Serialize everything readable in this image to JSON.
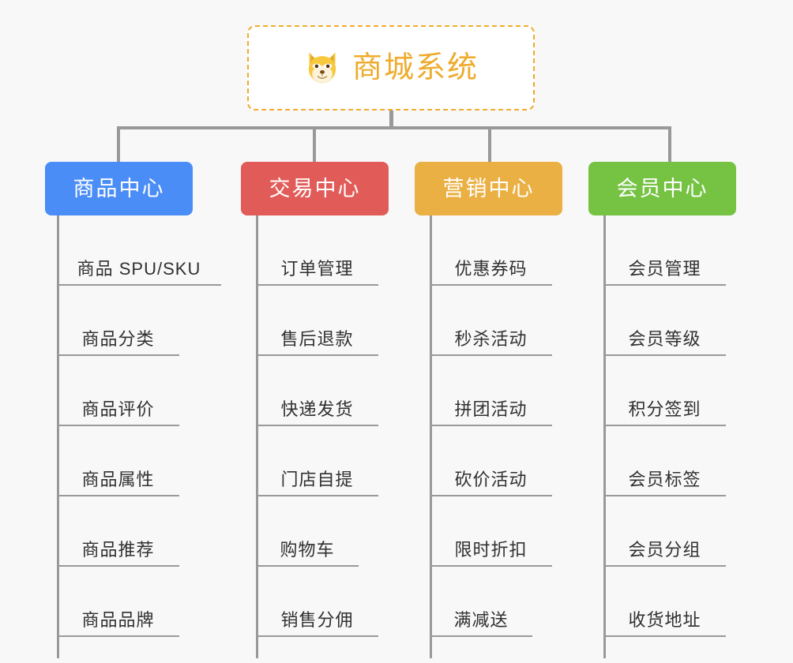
{
  "canvas": {
    "background": "#f8f8f8",
    "line_color": "#999999"
  },
  "root": {
    "title": "商城系统",
    "icon": "shiba-dog-icon",
    "text_color": "#eeab2d",
    "border_color": "#efab2e",
    "background": "#ffffff"
  },
  "columns": [
    {
      "header": "商品中心",
      "color": "#4a8df6",
      "items": [
        "商品 SPU/SKU",
        "商品分类",
        "商品评价",
        "商品属性",
        "商品推荐",
        "商品品牌"
      ]
    },
    {
      "header": "交易中心",
      "color": "#e15b58",
      "items": [
        "订单管理",
        "售后退款",
        "快递发货",
        "门店自提",
        "购物车",
        "销售分佣"
      ]
    },
    {
      "header": "营销中心",
      "color": "#eab044",
      "items": [
        "优惠券码",
        "秒杀活动",
        "拼团活动",
        "砍价活动",
        "限时折扣",
        "满减送"
      ]
    },
    {
      "header": "会员中心",
      "color": "#76c344",
      "items": [
        "会员管理",
        "会员等级",
        "积分签到",
        "会员标签",
        "会员分组",
        "收货地址"
      ]
    }
  ]
}
